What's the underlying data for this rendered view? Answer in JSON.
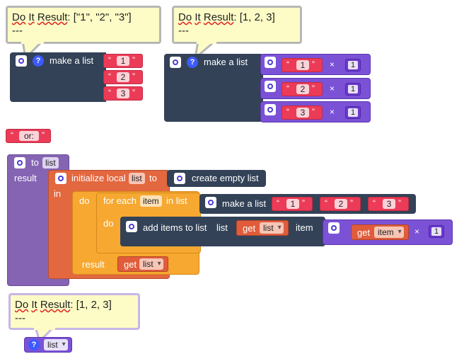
{
  "bubbles": {
    "b1_title": "Do It Result: [\"1\", \"2\", \"3\"]",
    "b1_sep": "---",
    "b2_title": "Do It Result: [1, 2, 3]",
    "b2_sep": "---",
    "b3_title": "Do It Result: [1, 2, 3]",
    "b3_sep": "---"
  },
  "block1": {
    "label": "make a list",
    "items": [
      "1",
      "2",
      "3"
    ]
  },
  "block2": {
    "label": "make a list",
    "items": [
      "1",
      "2",
      "3"
    ],
    "multiplier": "1",
    "times": "×"
  },
  "or_block": {
    "label": "or:"
  },
  "proc": {
    "to": "to",
    "name": "list",
    "result": "result",
    "init": "initialize local",
    "local_name": "list",
    "to2": "to",
    "empty": "create empty list",
    "in": "in",
    "do": "do",
    "for_each": "for each",
    "item": "item",
    "in_list": "in list",
    "make_list": "make a list",
    "list_items": [
      "1",
      "2",
      "3"
    ],
    "do2": "do",
    "add_items": "add items to list",
    "list_label": "list",
    "get": "get",
    "get_var": "list",
    "item_label": "item",
    "get_item": "item",
    "times": "×",
    "mult": "1",
    "result2": "result",
    "get2": "get",
    "get2_var": "list"
  },
  "bottom": {
    "var": "list"
  },
  "quote": "“",
  "quote_close": "”",
  "colors": {
    "dark": "#334257",
    "string": "#ec3b57",
    "purple": "#7b52d6",
    "orange": "#e3673f",
    "control": "#f6a830",
    "proc": "#8464b3"
  }
}
